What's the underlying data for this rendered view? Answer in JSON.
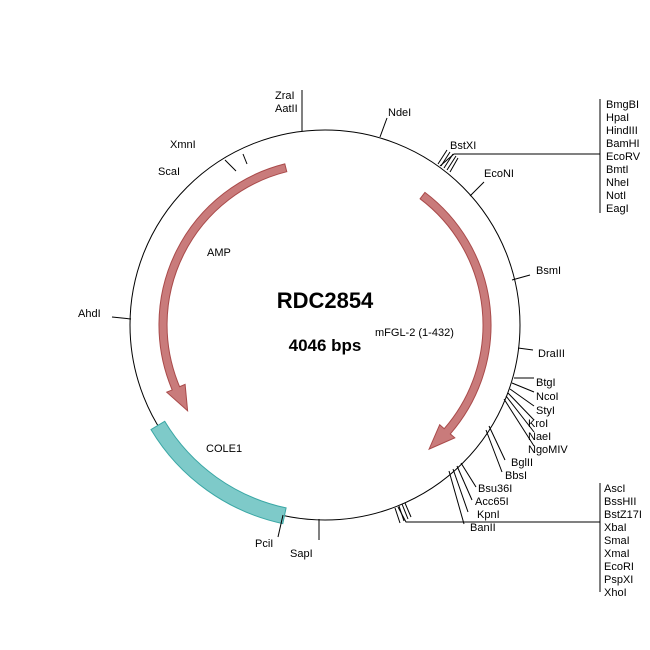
{
  "plasmid": {
    "name": "RDC2854",
    "size_label": "4046 bps"
  },
  "features": [
    {
      "name": "AMP",
      "color": "#c97b7b",
      "stroke": "#a94a4a",
      "type": "arrow"
    },
    {
      "name": "mFGL-2 (1-432)",
      "color": "#c97b7b",
      "stroke": "#a94a4a",
      "type": "arrow"
    },
    {
      "name": "COLE1",
      "color": "#7ecac9",
      "stroke": "#3aa7a5",
      "type": "bar"
    }
  ],
  "sites": {
    "zrai": "ZraI",
    "aatii": "AatII",
    "ndei": "NdeI",
    "bstxi": "BstXI",
    "econi": "EcoNI",
    "bsmi": "BsmI",
    "draiii": "DraIII",
    "scai": "ScaI",
    "xmni": "XmnI",
    "ahdi": "AhdI",
    "pcii": "PciI",
    "sapi": "SapI",
    "cluster_top": [
      "BmgBI",
      "HpaI",
      "HindIII",
      "BamHI",
      "EcoRV",
      "BmtI",
      "NheI",
      "NotI",
      "EagI"
    ],
    "cluster_right": [
      "BtgI",
      "NcoI",
      "StyI",
      "KroI",
      "NaeI",
      "NgoMIV"
    ],
    "cluster_mid": [
      "BglII",
      "BbsI"
    ],
    "cluster_low": [
      "Bsu36I",
      "Acc65I",
      "KpnI",
      "BanII"
    ],
    "cluster_bottom": [
      "AscI",
      "BssHII",
      "BstZ17I",
      "XbaI",
      "SmaI",
      "XmaI",
      "EcoRI",
      "PspXI",
      "XhoI"
    ]
  }
}
